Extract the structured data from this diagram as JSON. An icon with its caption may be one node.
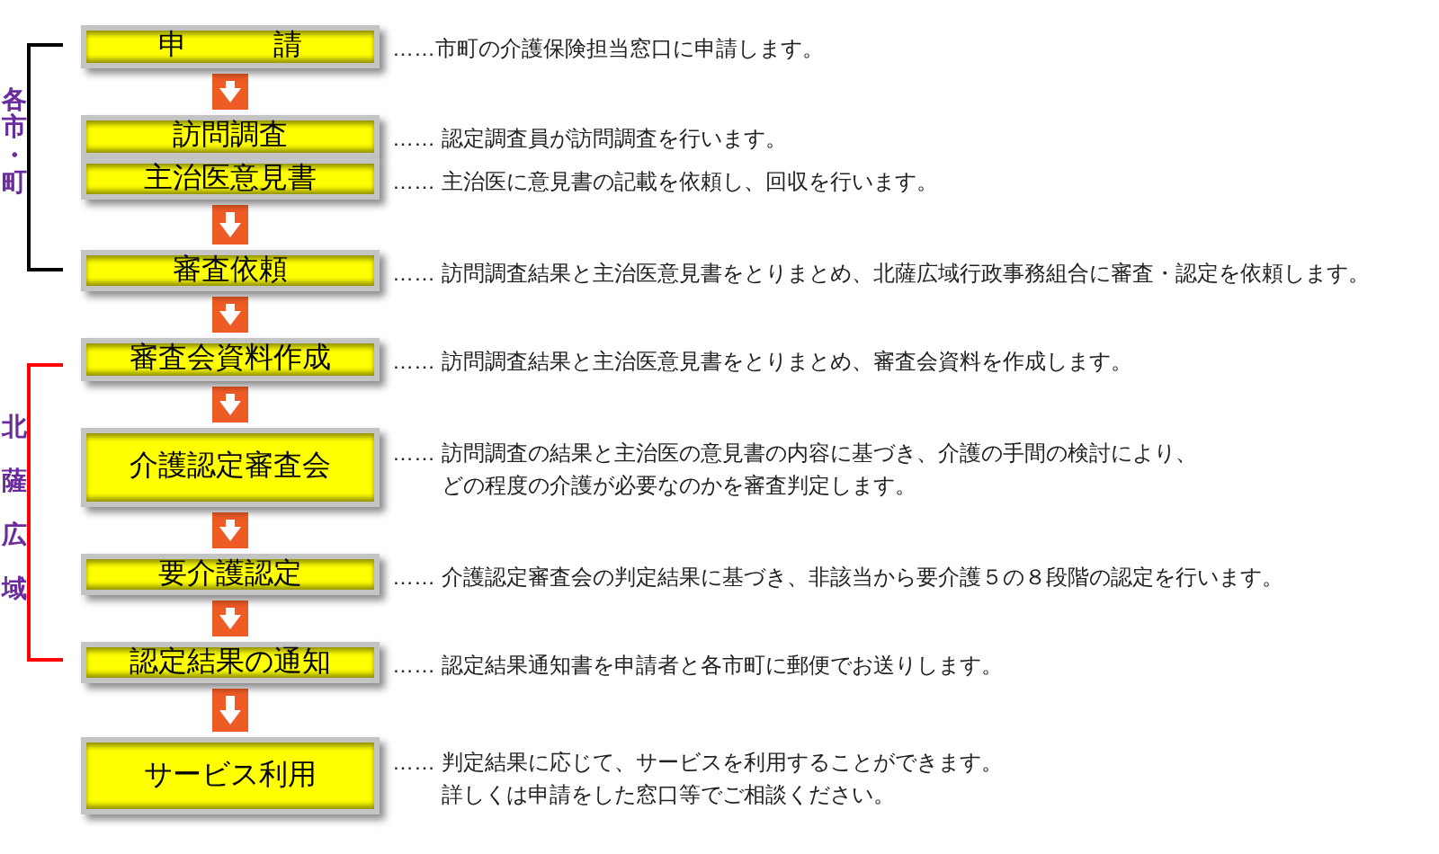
{
  "diagram": {
    "nodes": [
      {
        "text": [
          "申　　　請"
        ],
        "beside": [
          "……市町の介護保険担当窓口に申請します。"
        ]
      },
      {
        "text": [
          "訪問調査"
        ],
        "beside": [
          "…… 認定調査員が訪問調査を行います。"
        ]
      },
      {
        "text": [
          "主治医意見書"
        ],
        "beside": [
          "…… 主治医に意見書の記載を依頼し、回収を行います。"
        ]
      },
      {
        "text": [
          "審査依頼"
        ],
        "beside": [
          "…… 訪問調査結果と主治医意見書をとりまとめ、北薩広域行政事務組合に審査・認定を依頼します。"
        ]
      },
      {
        "text": [
          "審査会資料作成"
        ],
        "beside": [
          "…… 訪問調査結果と主治医意見書をとりまとめ、審査会資料を作成します。"
        ]
      },
      {
        "text": [
          "介護認定審査会"
        ],
        "beside": [
          "…… 訪問調査の結果と主治医の意見書の内容に基づき、介護の手間の検討により、どの程度の介護が必要なのかを審査判定します。"
        ]
      },
      {
        "text": [
          "要介護認定"
        ],
        "beside": [
          "…… 介護認定審査会の判定結果に基づき、非該当から要介護５の８段階の認定を行います。"
        ]
      },
      {
        "text": [
          "認定結果の通知"
        ],
        "beside": [
          "…… 認定結果通知書を申請者と各市町に郵便でお送りします。"
        ]
      },
      {
        "text": [
          "サービス利用"
        ],
        "beside": [
          "…… 判定結果に応じて、サービスを利用することができます。詳しくは申請をした窓口等でご相談ください。"
        ]
      }
    ],
    "edges": [
      {
        "from": 0,
        "to": 1,
        "arrow": "to"
      },
      {
        "from": 2,
        "to": 3,
        "arrow": "to"
      },
      {
        "from": 3,
        "to": 4,
        "arrow": "to"
      },
      {
        "from": 4,
        "to": 5,
        "arrow": "to"
      },
      {
        "from": 5,
        "to": 6,
        "arrow": "to"
      },
      {
        "from": 6,
        "to": 7,
        "arrow": "to"
      },
      {
        "from": 7,
        "to": 8,
        "arrow": "to"
      }
    ],
    "labels": [
      "各市・町",
      "北薩広域"
    ]
  }
}
